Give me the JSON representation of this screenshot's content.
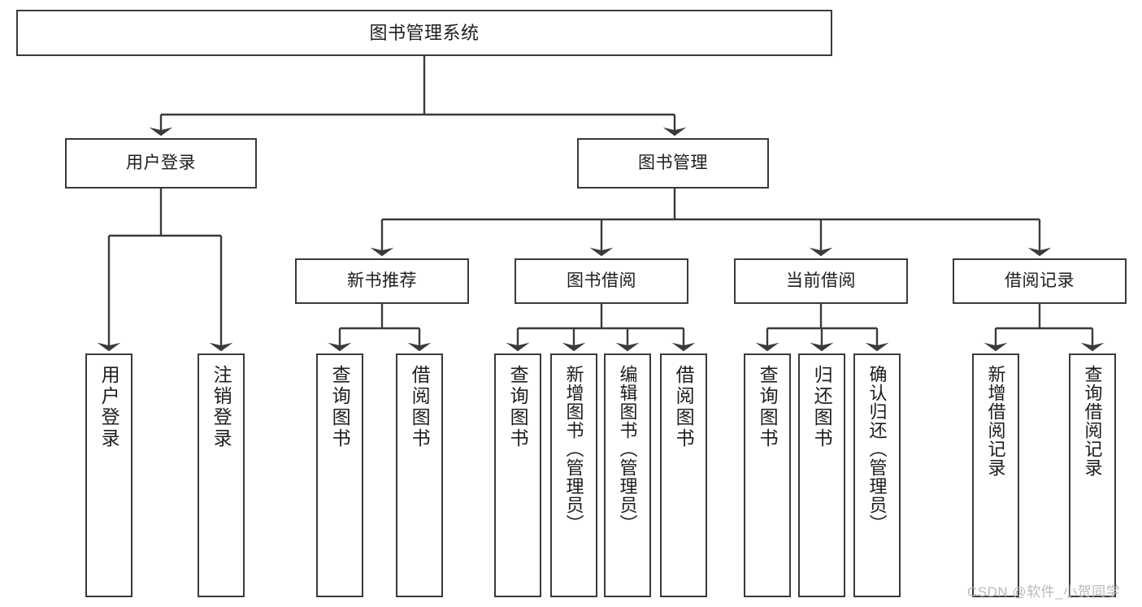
{
  "diagram": {
    "title": "图书管理系统",
    "type": "hierarchy-tree",
    "root": {
      "label": "图书管理系统"
    },
    "level2": [
      {
        "label": "用户登录"
      },
      {
        "label": "图书管理"
      }
    ],
    "level3": [
      {
        "label": "新书推荐"
      },
      {
        "label": "图书借阅"
      },
      {
        "label": "当前借阅"
      },
      {
        "label": "借阅记录"
      }
    ],
    "leaves": {
      "user_login": [
        {
          "label": "用户登录"
        },
        {
          "label": "注销登录"
        }
      ],
      "new_book_recommend": [
        {
          "label": "查询图书"
        },
        {
          "label": "借阅图书"
        }
      ],
      "book_borrow": [
        {
          "label": "查询图书"
        },
        {
          "label": "新增图书（管理员）"
        },
        {
          "label": "编辑图书（管理员）"
        },
        {
          "label": "借阅图书"
        }
      ],
      "current_borrow": [
        {
          "label": "查询图书"
        },
        {
          "label": "归还图书"
        },
        {
          "label": "确认归还（管理员）"
        }
      ],
      "borrow_record": [
        {
          "label": "新增借阅记录"
        },
        {
          "label": "查询借阅记录"
        }
      ]
    }
  },
  "watermark": {
    "text": "CSDN @软件_小贺同学"
  },
  "colors": {
    "box_border": "#3a3a3a",
    "line": "#3a3a3a",
    "background": "#ffffff",
    "text": "#1d1d1d",
    "watermark": "#b9b9b9"
  }
}
